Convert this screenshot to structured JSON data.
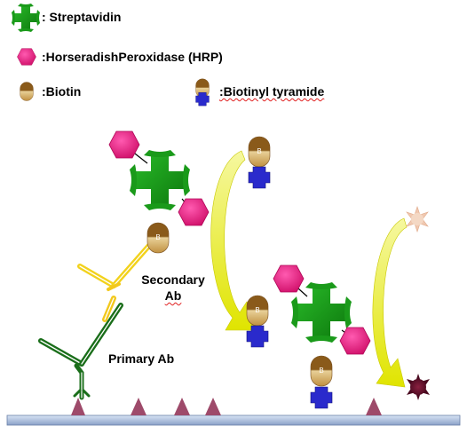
{
  "legend": {
    "streptavidin": ": Streptavidin",
    "hrp": ":HorseradishPeroxidase (HRP)",
    "biotin": ":Biotin",
    "biotinyl_tyramide": ":Biotinyl tyramide"
  },
  "diagram": {
    "secondary_ab_line1": "Secondary",
    "secondary_ab_line2": "Ab",
    "primary_ab": "Primary Ab",
    "biotin_mark": "B"
  },
  "colors": {
    "streptavidin": "#1a9a1a",
    "hrp": "#e0147a",
    "biotin": "#c8a050",
    "tyramide": "#2a2acc",
    "secondary_ab": "#f2d21c",
    "primary_ab": "#1a6e1a",
    "arrow": "#e6ea1a",
    "antigen": "#9e4a6a",
    "surface": "#b8c8e8",
    "product_light": "#f0c8b0",
    "product_dark": "#6a1030"
  }
}
